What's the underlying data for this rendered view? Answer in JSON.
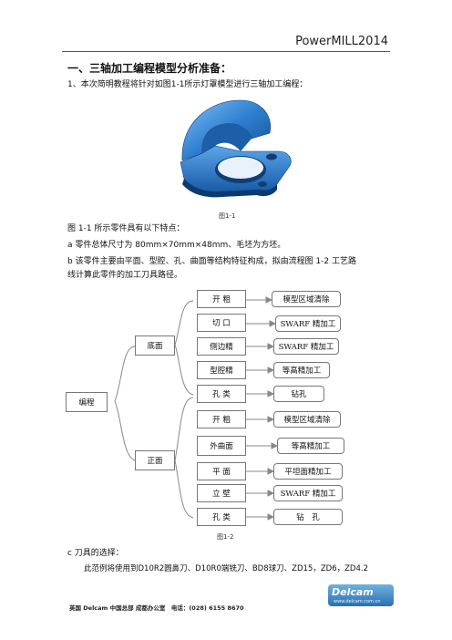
{
  "header": {
    "title": "PowerMILL2014"
  },
  "heading": "一、三轴加工编程模型分析准备：",
  "intro": "1、本次简明教程将针对如图1-1所示灯罩模型进行三轴加工编程：",
  "figure1_caption": "图1-1",
  "features": {
    "title": "图 1-1 所示零件具有以下特点：",
    "a": "a 零件总体尺寸为 80mm×70mm×48mm、毛坯为方坯。",
    "b_line1": "b 该零件主要由平面、型腔、孔、曲面等结构特征构成，拟由流程图 1-2 工艺路",
    "b_line2": "线计算此零件的加工刀具路径。"
  },
  "flowchart": {
    "root": "编程",
    "groups": [
      {
        "label": "底面",
        "features": [
          "开 粗",
          "切 口",
          "侧边精",
          "型腔精",
          "孔 类"
        ],
        "operations": [
          "模型区域清除",
          "SWARF 精加工",
          "SWARF 精加工",
          "等高精加工",
          "钻孔"
        ]
      },
      {
        "label": "正面",
        "features": [
          "开 粗",
          "外曲面",
          "平 面",
          "立 壁",
          "孔 类"
        ],
        "operations": [
          "模型区域清除",
          "等高精加工",
          "平坦面精加工",
          "SWARF 精加工",
          "钻　孔"
        ]
      }
    ]
  },
  "figure2_caption": "图1-2",
  "tools": {
    "title": "c 刀具的选择：",
    "text": "此范例将使用到D10R2圆鼻刀、D10R0端铣刀、BD8球刀、ZD15，ZD6，ZD4.2"
  },
  "footer": {
    "text": "英国 Delcam 中国总部 成都办公室　电话：(028) 6155 8670",
    "logo_name": "Delcam",
    "logo_url": "www.delcam.com.cn"
  },
  "colors": {
    "model": "#2f7fd0",
    "logo": "#2a6fb0"
  }
}
